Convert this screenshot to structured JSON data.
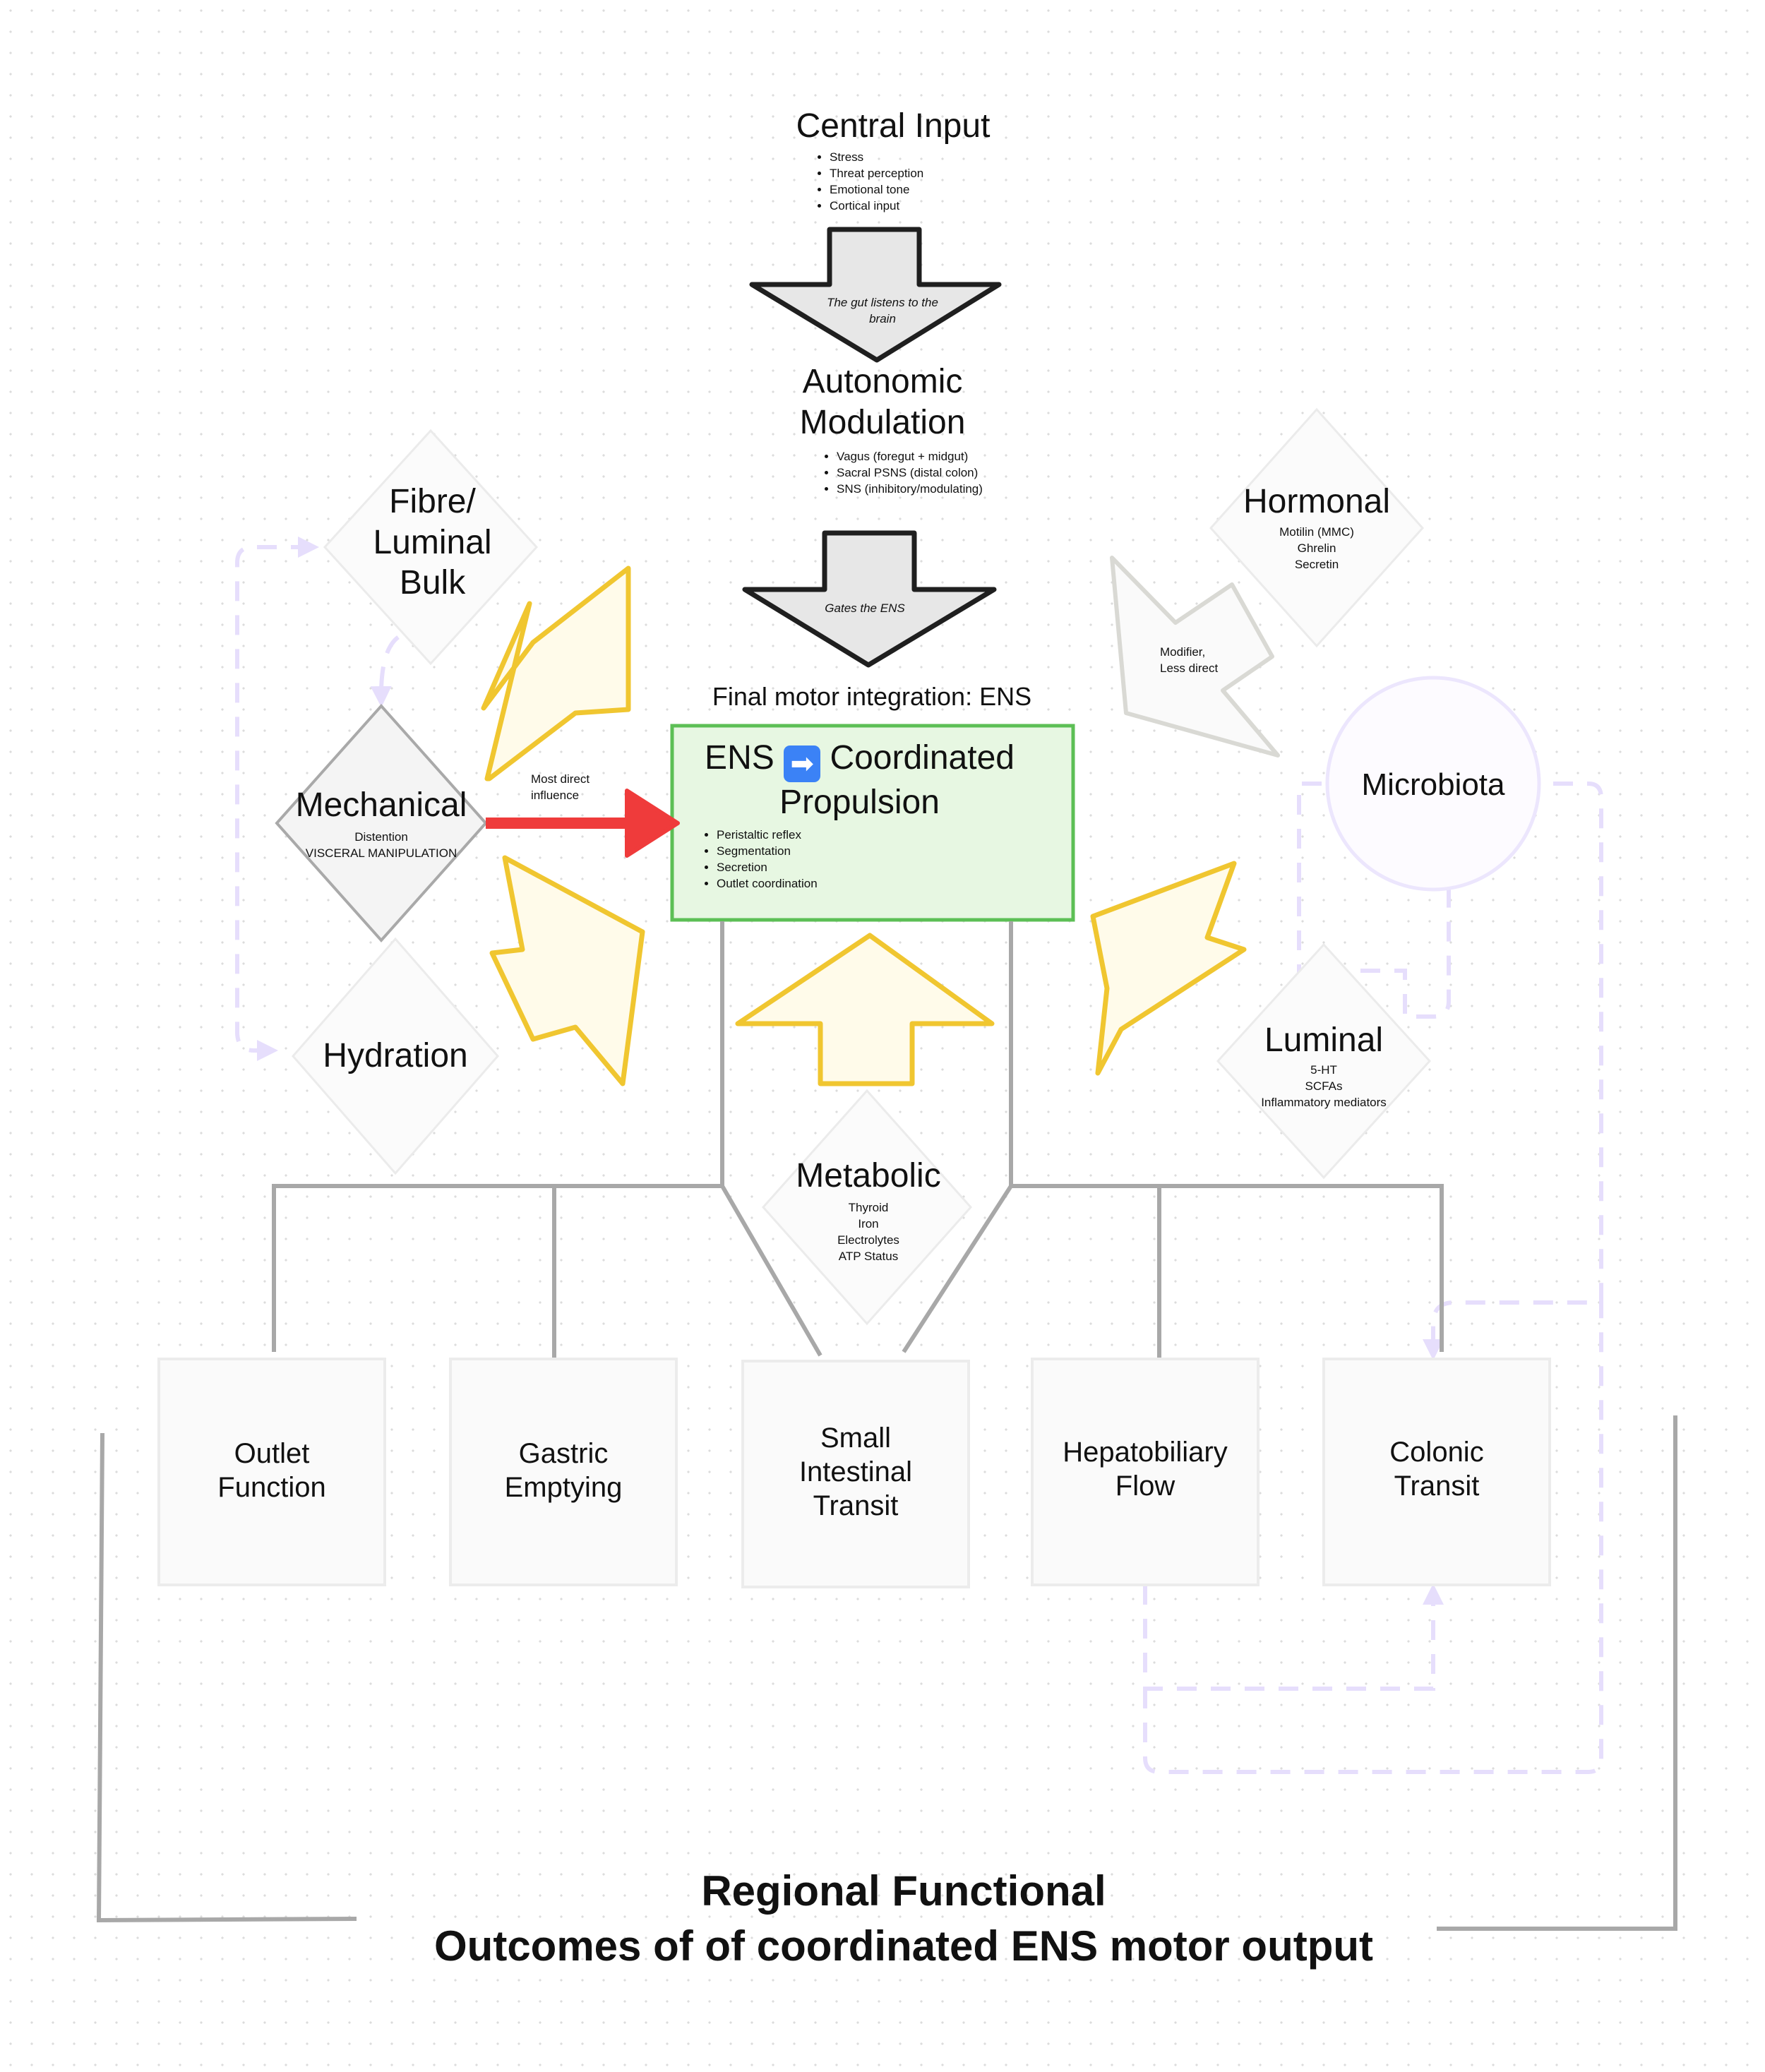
{
  "central": {
    "title": "Central Input",
    "items": [
      "Stress",
      "Threat perception",
      "Emotional tone",
      "Cortical input"
    ],
    "arrow_label": "The gut listens to the brain"
  },
  "autonomic": {
    "title": "Autonomic Modulation",
    "items": [
      "Vagus (foregut + midgut)",
      "Sacral PSNS (distal colon)",
      "SNS (inhibitory/modulating)"
    ],
    "arrow_label": "Gates the ENS"
  },
  "final_label": "Final motor integration: ENS",
  "ens": {
    "prefix": "ENS",
    "emoji": "➡",
    "suffix": "Coordinated Propulsion",
    "items": [
      "Peristaltic reflex",
      "Segmentation",
      "Secretion",
      "Outlet coordination"
    ]
  },
  "fibre": {
    "title": "Fibre/ Luminal Bulk"
  },
  "mechanical": {
    "title": "Mechanical",
    "lines": [
      "Distention",
      "VISCERAL MANIPULATION"
    ]
  },
  "mechanical_arrow_label": "Most direct influence",
  "hydration": {
    "title": "Hydration"
  },
  "hormonal": {
    "title": "Hormonal",
    "lines": [
      "Motilin (MMC)",
      "Ghrelin",
      "Secretin"
    ]
  },
  "hormonal_arrow_label": "Modifier, Less direct",
  "microbiota": {
    "title": "Microbiota"
  },
  "luminal": {
    "title": "Luminal",
    "lines": [
      "5-HT",
      "SCFAs",
      "Inflammatory mediators"
    ]
  },
  "metabolic": {
    "title": "Metabolic",
    "lines": [
      "Thyroid",
      "Iron",
      "Electrolytes",
      "ATP Status"
    ]
  },
  "outcomes": [
    {
      "label": "Outlet Function"
    },
    {
      "label": "Gastric Emptying"
    },
    {
      "label": "Small Intestinal Transit"
    },
    {
      "label": "Hepatobiliary Flow"
    },
    {
      "label": "Colonic Transit"
    }
  ],
  "footer_title": [
    "Regional Functional",
    "Outcomes of of coordinated ENS motor output"
  ],
  "colors": {
    "ens_fill": "#e7f7e2",
    "ens_stroke": "#5cbf55",
    "yellow_fill": "#fffbea",
    "yellow_stroke": "#f0c630",
    "red_arrow": "#ef3b3b",
    "gray_arrow": "#e6e6e6",
    "connector": "#a8a8a8",
    "lilac": "#ddd6fe"
  }
}
